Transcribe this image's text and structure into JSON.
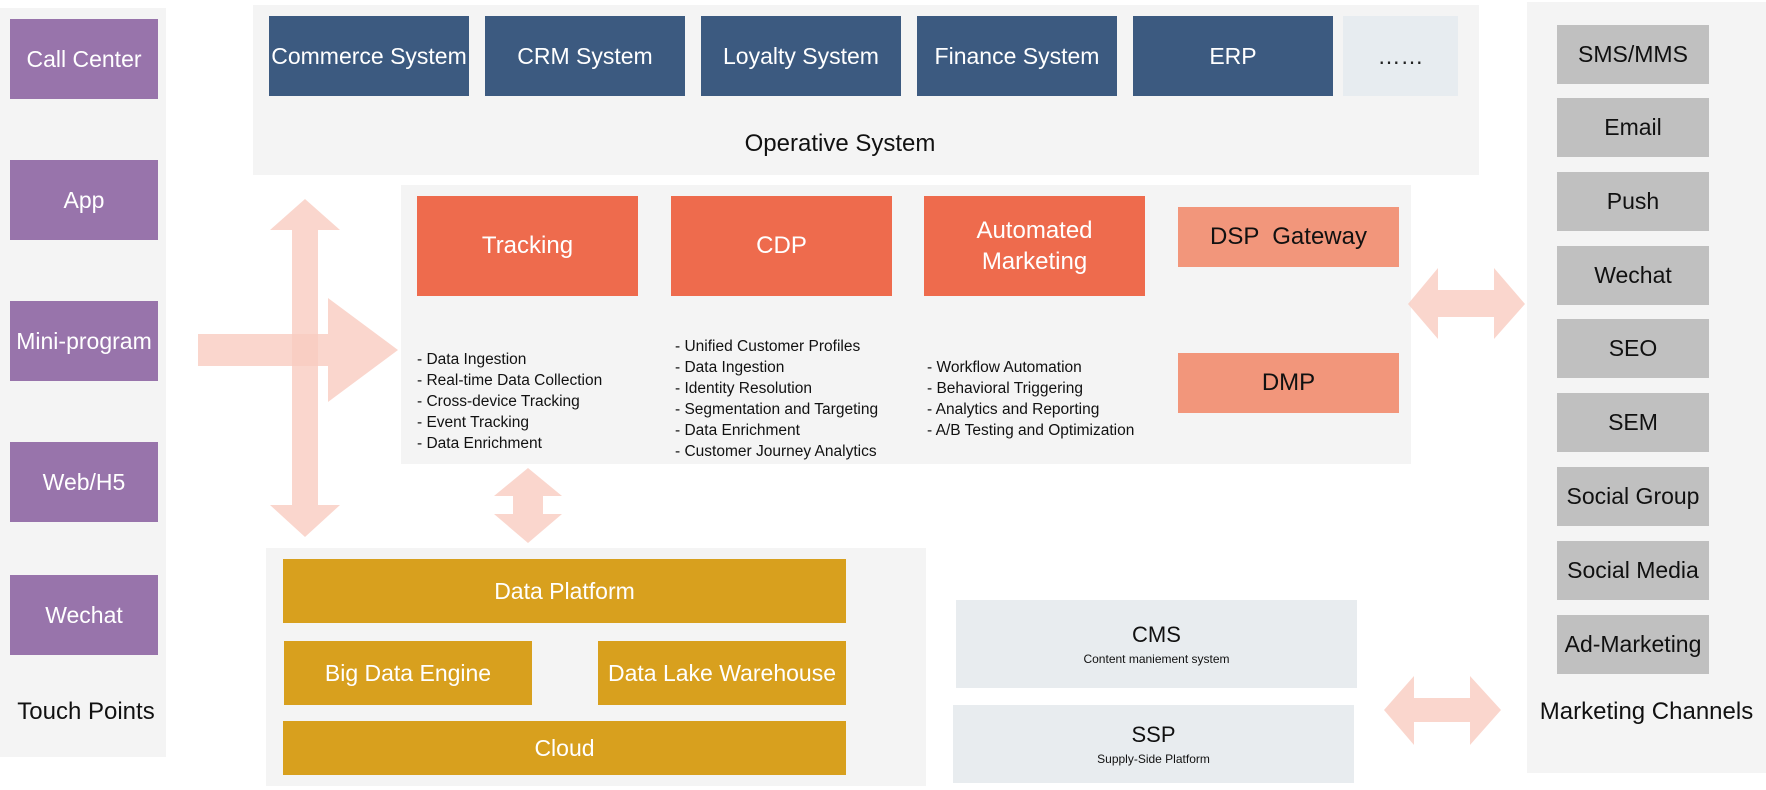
{
  "touch_points": {
    "label": "Touch Points",
    "items": [
      "Call Center",
      "App",
      "Mini-program",
      "Web/H5",
      "Wechat"
    ]
  },
  "operative": {
    "label": "Operative System",
    "items": [
      "Commerce System",
      "CRM System",
      "Loyalty System",
      "Finance System",
      "ERP",
      "……"
    ]
  },
  "marketing": {
    "modules": [
      {
        "name": "Tracking",
        "features": [
          "Data Ingestion",
          "Real-time Data Collection",
          "Cross-device Tracking",
          "Event Tracking",
          "Data Enrichment"
        ]
      },
      {
        "name": "CDP",
        "features": [
          "Unified Customer Profiles",
          "Data Ingestion",
          "Identity Resolution",
          "Segmentation and Targeting",
          "Data Enrichment",
          "Customer Journey Analytics"
        ]
      },
      {
        "name_line1": "Automated",
        "name_line2": "Marketing",
        "features": [
          "Workflow Automation",
          "Behavioral Triggering",
          "Analytics and Reporting",
          "A/B Testing and Optimization"
        ]
      }
    ],
    "dsp_gateway": "DSP  Gateway",
    "dmp": "DMP"
  },
  "data_platform": {
    "top": "Data Platform",
    "left": "Big Data Engine",
    "right": "Data Lake Warehouse",
    "bottom": "Cloud"
  },
  "content": {
    "cms": {
      "title": "CMS",
      "subtitle": "Content maniement system"
    },
    "ssp": {
      "title": "SSP",
      "subtitle": "Supply-Side Platform"
    }
  },
  "channels": {
    "label": "Marketing Channels",
    "items": [
      "SMS/MMS",
      "Email",
      "Push",
      "Wechat",
      "SEO",
      "SEM",
      "Social Group",
      "Social Media",
      "Ad-Marketing"
    ]
  },
  "colors": {
    "touch_point": "#9874ab",
    "operative": "#3c5a80",
    "module": "#ee6b4d",
    "module_light": "#f2967b",
    "data_platform": "#d8a01e",
    "channel": "#c0c0c0",
    "arrow": "#f9ccc1"
  }
}
